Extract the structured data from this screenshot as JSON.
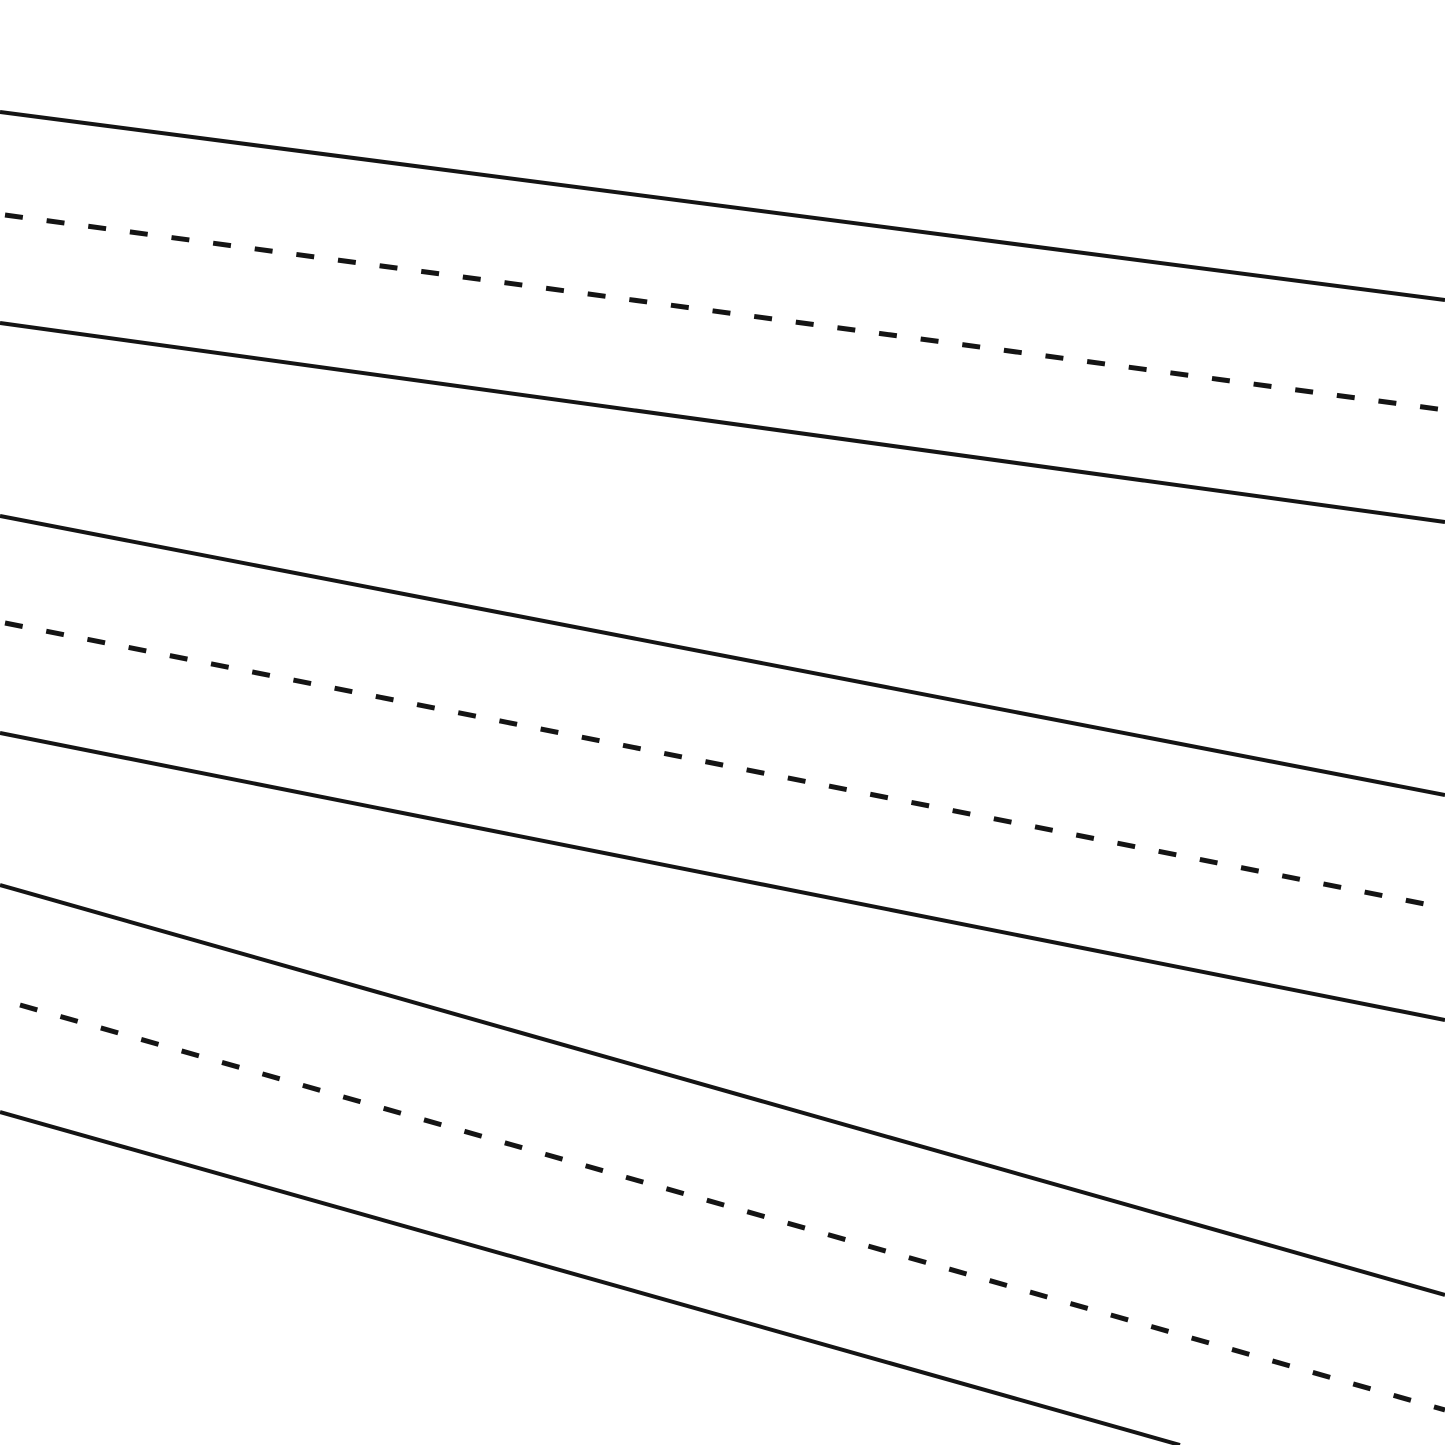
{
  "sheet": {
    "background": "#ffffff",
    "line_color": "#141414",
    "dash_pattern": "dashed",
    "ruling_sets": [
      {
        "lines": [
          "solid",
          "dashed",
          "solid"
        ]
      },
      {
        "lines": [
          "solid",
          "dashed",
          "solid"
        ]
      },
      {
        "lines": [
          "solid",
          "dashed",
          "solid"
        ]
      }
    ]
  }
}
